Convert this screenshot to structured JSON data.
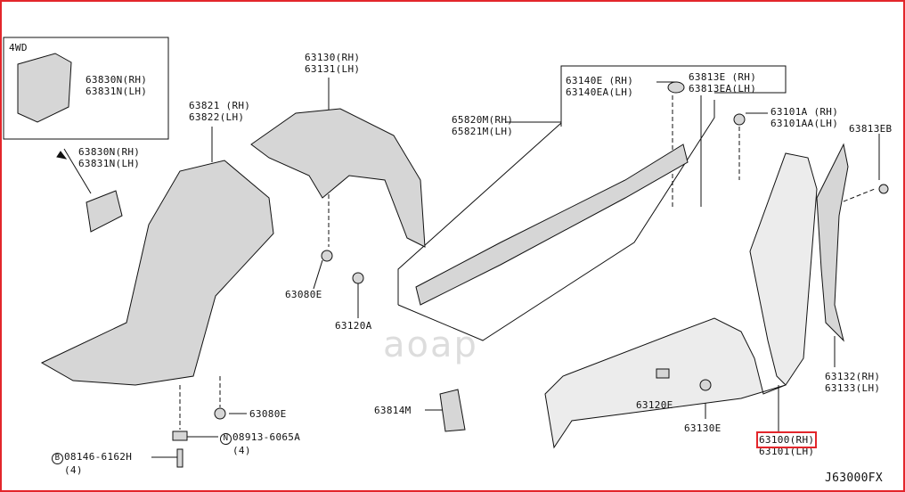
{
  "diagram": {
    "code": "J63000FX",
    "watermark": "aoap",
    "inset_label": "4WD",
    "highlight_color": "#e3262b",
    "labels": {
      "inset_part": [
        "63830N(RH)",
        "63831N(LH)"
      ],
      "undercover": [
        "63830N(RH)",
        "63831N(LH)"
      ],
      "rear_liner": [
        "63821 (RH)",
        "63822(LH)"
      ],
      "front_liner": [
        "63130(RH)",
        "63131(LH)"
      ],
      "clip_63140": [
        "63140E (RH)",
        "63140EA(LH)"
      ],
      "seal_63813": [
        "63813E (RH)",
        "63813EA(LH)"
      ],
      "rail": [
        "65820M(RH)",
        "65821M(LH)"
      ],
      "bolt_63101": [
        "63101A (RH)",
        "63101AA(LH)"
      ],
      "seal_eb": "63813EB",
      "clip_63080e_top": "63080E",
      "screw_63120a": "63120A",
      "filler_63814m": "63814M",
      "clip_63120e": "63120E",
      "clip_63130e": "63130E",
      "protector": [
        "63132(RH)",
        "63133(LH)"
      ],
      "fender": [
        "63100(RH)",
        "63101(LH)"
      ],
      "clip_63080e_bottom": "63080E",
      "nut": {
        "badge": "N",
        "part": "08913-6065A",
        "qty": "(4)"
      },
      "bolt": {
        "badge": "B",
        "part": "08146-6162H",
        "qty": "(4)"
      }
    }
  }
}
